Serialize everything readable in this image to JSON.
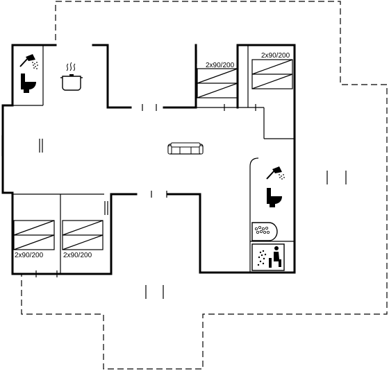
{
  "bedrooms": [
    {
      "bed_label": "2x90/200"
    },
    {
      "bed_label": "2x90/200"
    },
    {
      "bed_label": "2x90/200"
    },
    {
      "bed_label": "2x90/200"
    }
  ],
  "icons": {
    "shower": "shower-icon",
    "toilet": "toilet-icon",
    "kitchen": "cooking-pot-icon",
    "living": "sofa-icon",
    "whirlpool": "whirlpool-icon",
    "sauna": "sauna-icon"
  }
}
